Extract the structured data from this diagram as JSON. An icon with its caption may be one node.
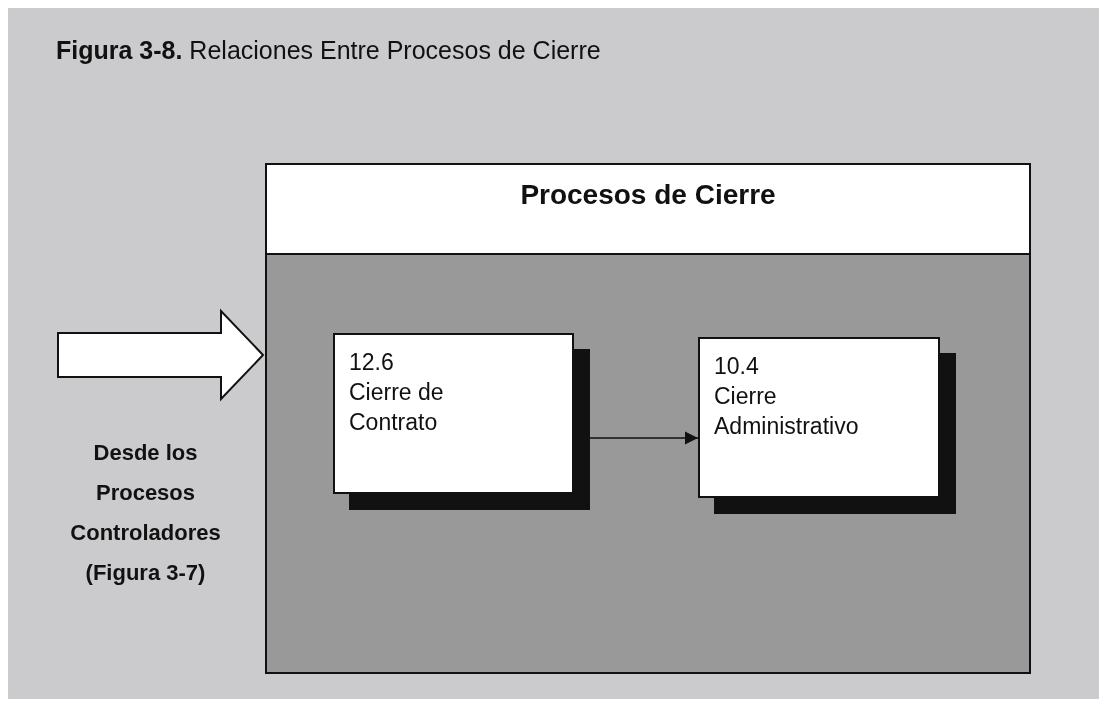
{
  "diagram": {
    "title": "**Figura 3-8.** Relaciones Entre Procesos de Cierre",
    "nodes": [
      {
        "text": [
          "Procesos de Cierre"
        ]
      },
      {
        "text": [
          "12.6",
          "Cierre de Contrato"
        ],
        "in": 0
      },
      {
        "text": [
          "10.4",
          "Cierre Administrativo"
        ],
        "in": 0
      }
    ],
    "edges": [
      {
        "from": null,
        "to": 0,
        "arrow": "to",
        "style": "thick"
      },
      {
        "from": 1,
        "to": 2,
        "arrow": "to"
      }
    ],
    "labels": [
      "Desde los Procesos Controladores (Figura 3-7)"
    ]
  }
}
